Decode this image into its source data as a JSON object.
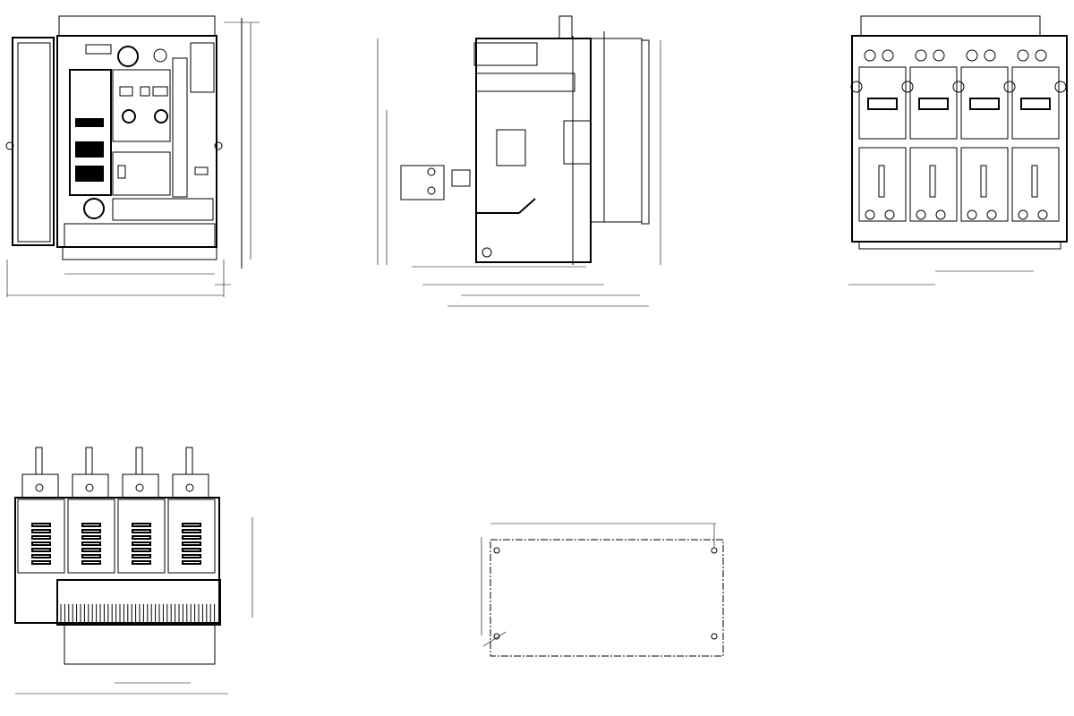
{
  "drawing": {
    "background": "#ffffff",
    "line_color": "#000000",
    "pole_count": 4,
    "views": [
      {
        "id": "front-view"
      },
      {
        "id": "side-view"
      },
      {
        "id": "rear-view"
      },
      {
        "id": "top-view"
      },
      {
        "id": "panel-cutout-view"
      }
    ]
  }
}
